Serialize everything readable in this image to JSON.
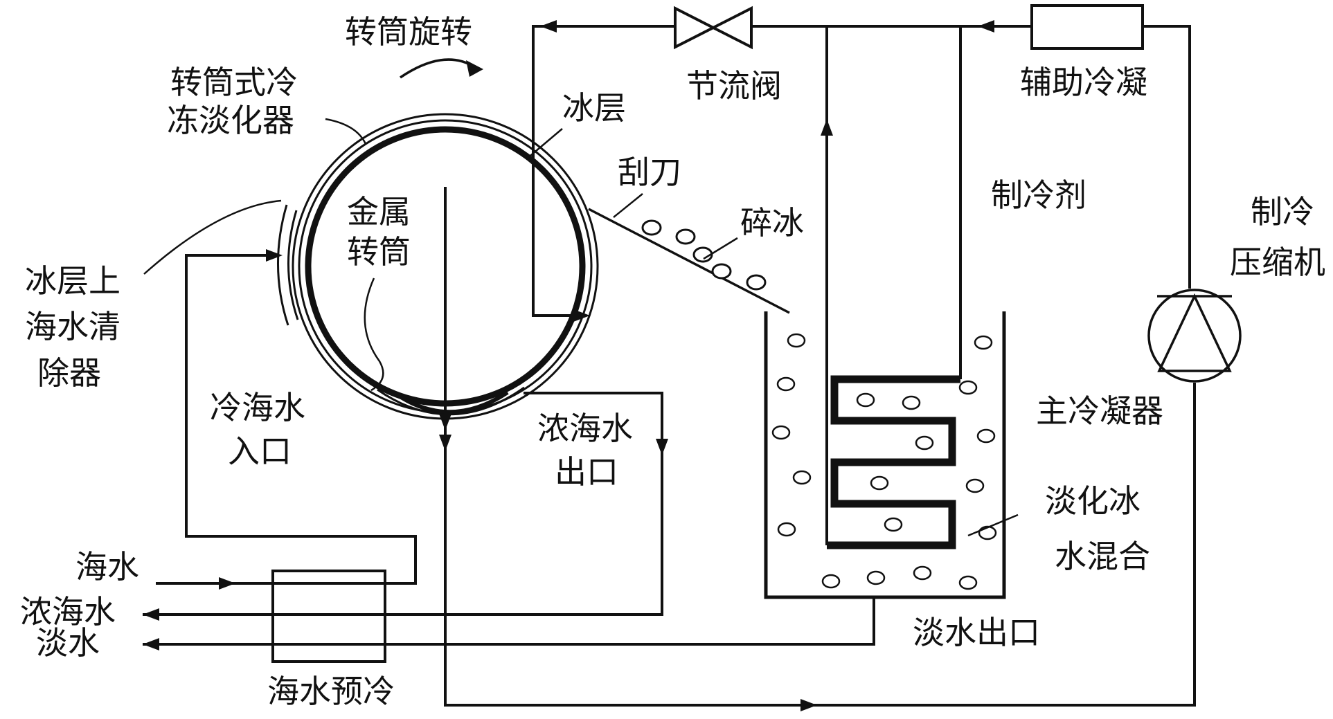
{
  "diagram": {
    "colors": {
      "line": "#111111",
      "background": "#ffffff"
    },
    "labels": {
      "drum_rotation": "转筒旋转",
      "desalinator_line1": "转筒式冷",
      "desalinator_line2": "冻淡化器",
      "ice_layer": "冰层",
      "throttle_valve": "节流阀",
      "aux_condenser": "辅助冷凝",
      "scraper": "刮刀",
      "crushed_ice": "碎冰",
      "refrigerant": "制冷剂",
      "compressor_line1": "制冷",
      "compressor_line2": "压缩机",
      "metal_drum_line1": "金属",
      "metal_drum_line2": "转筒",
      "remover_line1": "冰层上",
      "remover_line2": "海水清",
      "remover_line3": "除器",
      "cold_seawater_line1": "冷海水",
      "cold_seawater_line2": "入口",
      "brine_outlet_line1": "浓海水",
      "brine_outlet_line2": "出口",
      "main_condenser": "主冷凝器",
      "ice_water_mix_line1": "淡化冰",
      "ice_water_mix_line2": "水混合",
      "seawater": "海水",
      "brine": "浓海水",
      "freshwater": "淡水",
      "seawater_precool": "海水预冷",
      "freshwater_outlet": "淡水出口"
    }
  }
}
